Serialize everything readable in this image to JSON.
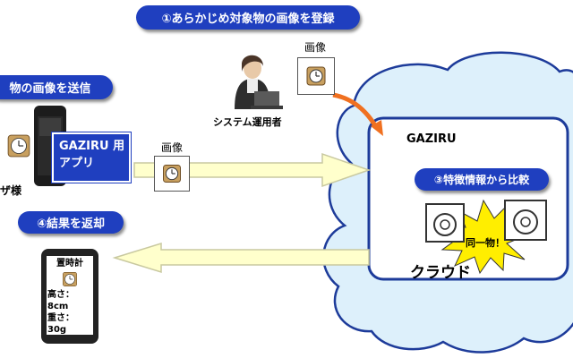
{
  "steps": {
    "register": "①あらかじめ対象物の画像を登録",
    "send": "物の画像を送信",
    "compare": "③特徴情報から比較",
    "return": "④結果を返却"
  },
  "labels": {
    "image_top": "画像",
    "image_mid": "画像",
    "operator": "システム運用者",
    "cloud_title": "GAZIRU",
    "cloud_name": "クラウド",
    "customer": "ザ様",
    "match": "同一物！"
  },
  "app": {
    "line1": "GAZIRU 用",
    "line2": "アプリ"
  },
  "result": {
    "title": "置時計",
    "height": "高さ：8cm",
    "weight": "重さ：30g"
  },
  "colors": {
    "accent": "#1f3fbf",
    "arrow_fill": "#ffffcc",
    "arrow_edge": "#c9c9a0",
    "orange": "#f07020",
    "burst": "#ffee00"
  },
  "icons": {
    "clock": "clock-icon",
    "phone": "smartphone-icon",
    "person": "operator-person-icon",
    "cloud": "cloud-icon"
  }
}
